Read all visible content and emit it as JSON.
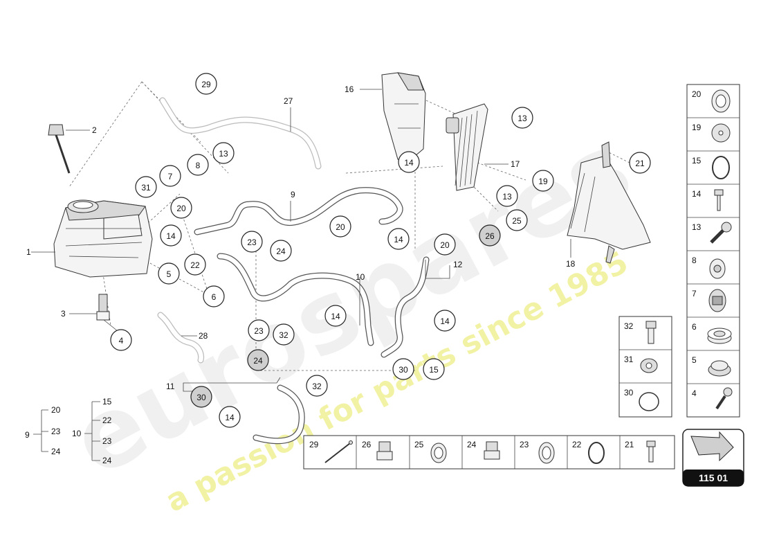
{
  "watermark": {
    "brand": "eurospares",
    "tagline": "a passion for parts since 1985"
  },
  "diagram_number": "115 01",
  "callouts": {
    "c1": "1",
    "c2": "2",
    "c3": "3",
    "c4": "4",
    "c5": "5",
    "c6": "6",
    "c7": "7",
    "c8": "8",
    "c9": "9",
    "c10": "10",
    "c11": "11",
    "c12": "12",
    "c13a": "13",
    "c13b": "13",
    "c13c": "13",
    "c14a": "14",
    "c14b": "14",
    "c14c": "14",
    "c14d": "14",
    "c14e": "14",
    "c14f": "14",
    "c15": "15",
    "c16": "16",
    "c17": "17",
    "c18": "18",
    "c19": "19",
    "c20a": "20",
    "c20b": "20",
    "c20c": "20",
    "c21": "21",
    "c22": "22",
    "c23a": "23",
    "c23b": "23",
    "c24a": "24",
    "c24b": "24",
    "c25": "25",
    "c26": "26",
    "c27": "27",
    "c28": "28",
    "c29": "29",
    "c30a": "30",
    "c30b": "30",
    "c31": "31",
    "c32a": "32",
    "c32b": "32"
  },
  "groups": {
    "g9": {
      "label": "9",
      "items": [
        "20",
        "23",
        "24"
      ]
    },
    "g10": {
      "label": "10",
      "items": [
        "15",
        "22",
        "23",
        "24"
      ]
    }
  },
  "right_panel": [
    "20",
    "19",
    "15",
    "14",
    "13",
    "8",
    "7",
    "6",
    "5",
    "4"
  ],
  "mid_panel": [
    "32",
    "31",
    "30"
  ],
  "bottom_panel": [
    "29",
    "26",
    "25",
    "24",
    "23",
    "22",
    "21"
  ]
}
